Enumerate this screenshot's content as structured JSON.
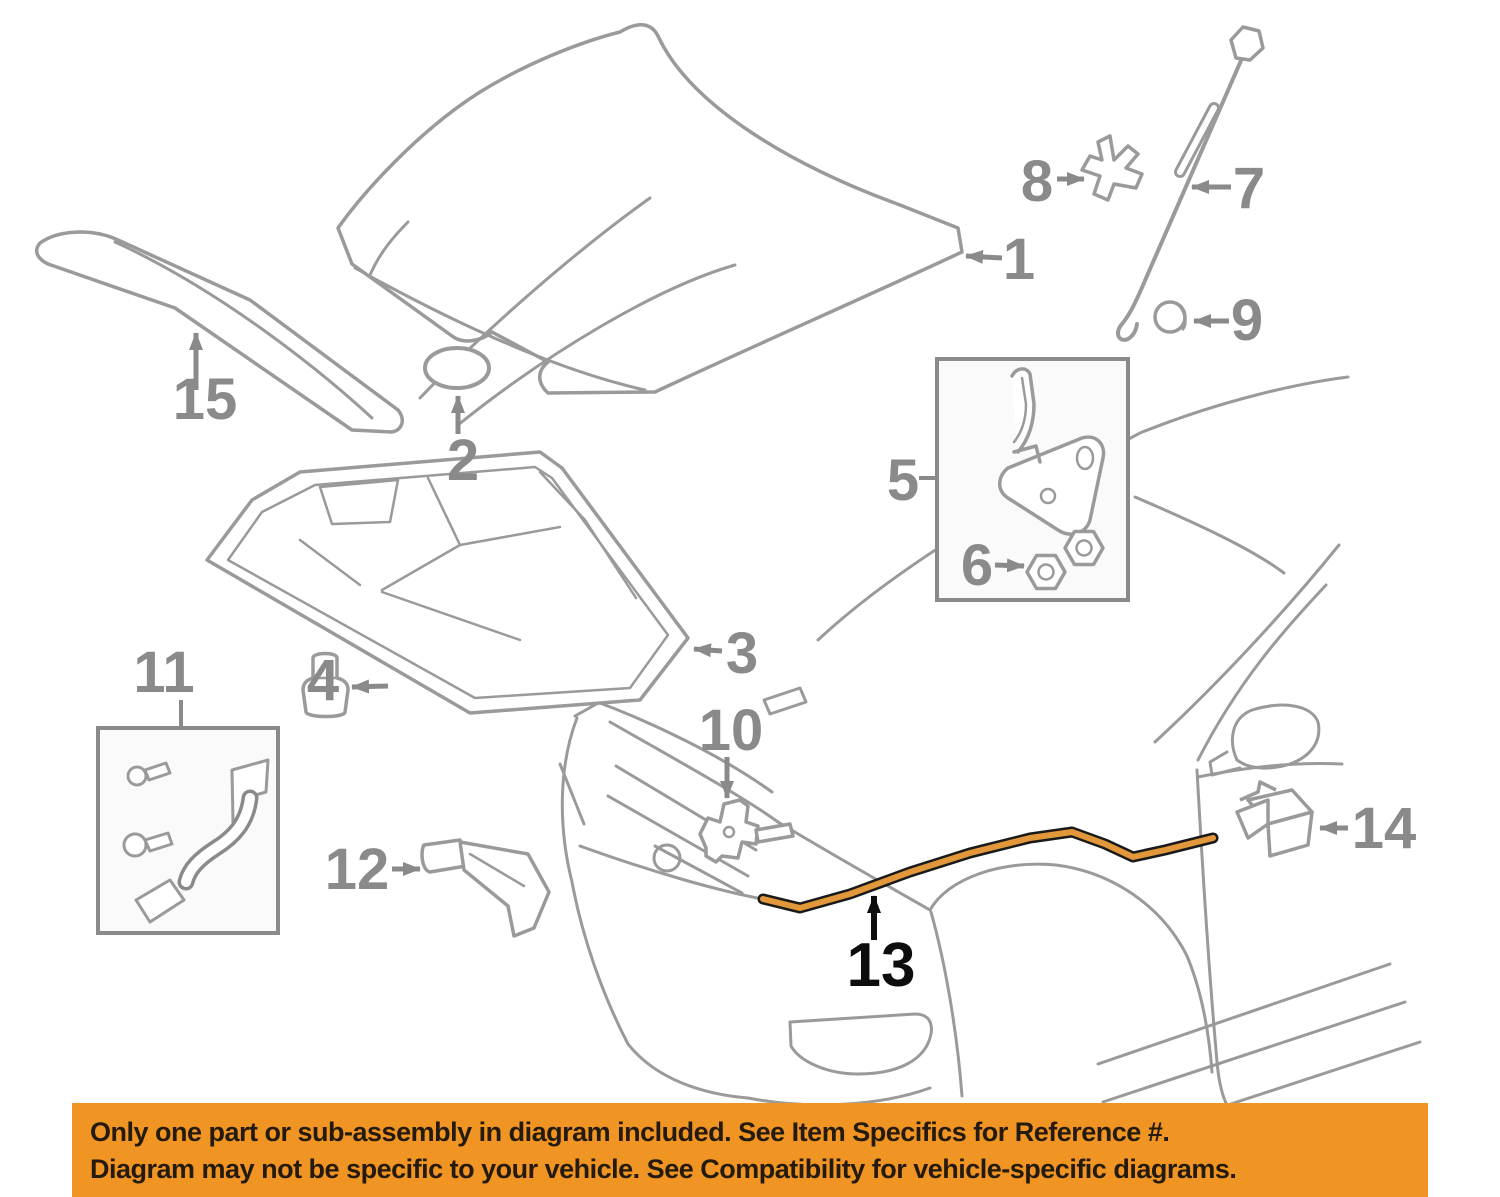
{
  "diagram": {
    "parts": [
      {
        "ref": "1"
      },
      {
        "ref": "2"
      },
      {
        "ref": "3"
      },
      {
        "ref": "4"
      },
      {
        "ref": "5"
      },
      {
        "ref": "6"
      },
      {
        "ref": "7"
      },
      {
        "ref": "8"
      },
      {
        "ref": "9"
      },
      {
        "ref": "10"
      },
      {
        "ref": "11"
      },
      {
        "ref": "12"
      },
      {
        "ref": "13"
      },
      {
        "ref": "14"
      },
      {
        "ref": "15"
      }
    ],
    "highlighted_ref": "13",
    "colors": {
      "line_gray": "#9a9a9a",
      "label_gray": "#8a8a8a",
      "label_black": "#0d0d0d",
      "highlight_fill": "#e2973b",
      "highlight_outline": "#1a1a1a",
      "box_fill": "#fafafa"
    }
  },
  "banner": {
    "bg_color": "#f09423",
    "text_color": "#241a0e",
    "line1": "Only one part or sub-assembly in diagram included. See Item Specifics for Reference #.",
    "line2": "Diagram may not be specific to your vehicle. See Compatibility for vehicle-specific diagrams."
  }
}
